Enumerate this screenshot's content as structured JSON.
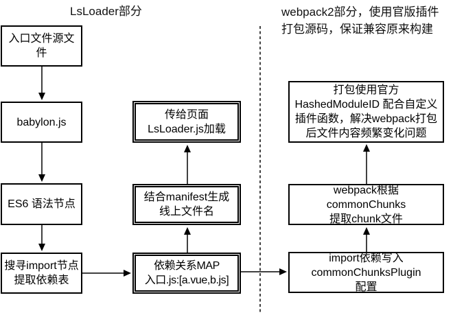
{
  "titles": {
    "left": "LsLoader部分",
    "right": "webpack2部分，使用官版插件\n打包源码，保证兼容原来构建"
  },
  "nodes": {
    "entry": {
      "label": "入口文件源文件"
    },
    "babylon": {
      "label": "babylon.js"
    },
    "es6": {
      "label": "ES6 语法节点"
    },
    "import_search": {
      "label": "搜寻import节点\n提取依赖表"
    },
    "dep_map": {
      "label": "依赖关系MAP\n入口.js:[a.vue,b.js]"
    },
    "manifest": {
      "label": "结合manifest生成\n线上文件名"
    },
    "page_load": {
      "label": "传给页面\nLsLoader.js加载"
    },
    "chunks_config": {
      "label": "import依赖写入\ncommonChunksPlugin\n配置"
    },
    "common_chunks": {
      "label": "webpack根据\ncommonChunks\n提取chunk文件"
    },
    "hashed_module": {
      "label": "打包使用官方\nHashedModuleID 配合自定义\n插件函数，解决webpack打包\n后文件内容频繁变化问题"
    }
  },
  "colors": {
    "ink": "#000000",
    "background": "#ffffff"
  }
}
